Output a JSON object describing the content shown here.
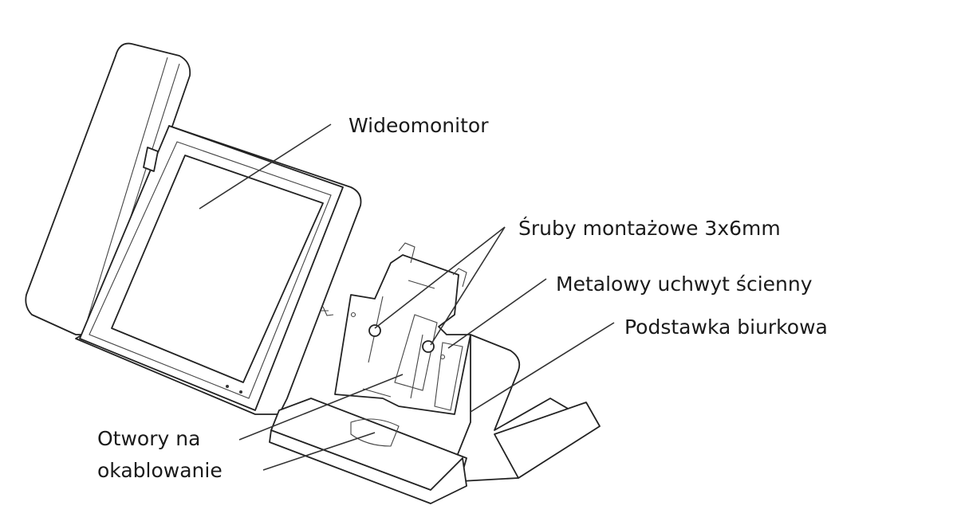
{
  "labels": {
    "monitor": "Wideomonitor",
    "screws": "Śruby montażowe 3x6mm",
    "bracket": "Metalowy uchwyt ścienny",
    "stand": "Podstawka biurkowa",
    "holes_line1": "Otwory na",
    "holes_line2": "okablowanie"
  }
}
